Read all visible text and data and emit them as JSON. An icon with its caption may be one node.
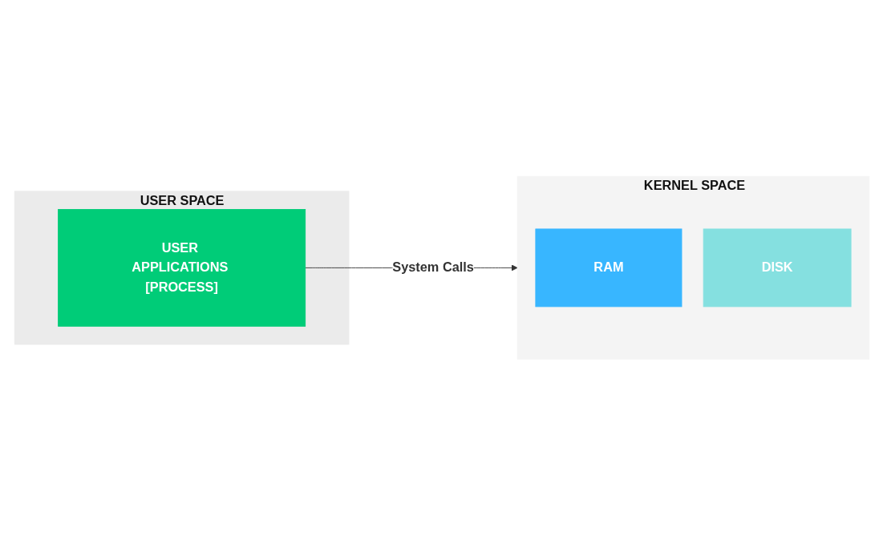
{
  "diagram": {
    "nodes": [
      {
        "text": [
          "USER SPACE"
        ]
      },
      {
        "text": [
          "USER APPLICATIONS [PROCESS]"
        ],
        "in": 0
      },
      {
        "text": [
          "KERNEL SPACE"
        ]
      },
      {
        "text": [
          "RAM"
        ],
        "in": 2
      },
      {
        "text": [
          "DISK"
        ],
        "in": 2
      }
    ],
    "edges": [
      {
        "from": 1,
        "to": 2,
        "arrow": "to",
        "label": "System Calls"
      }
    ]
  }
}
